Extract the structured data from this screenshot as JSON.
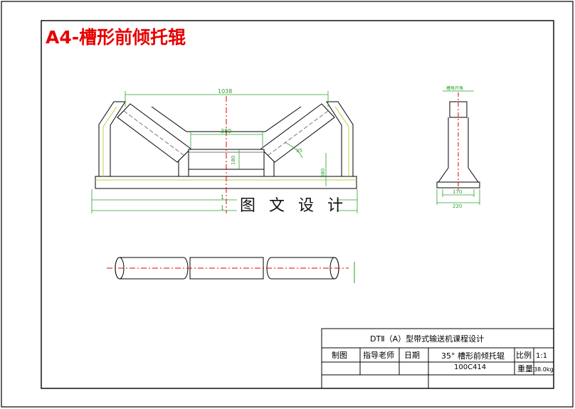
{
  "sheet_title": "A4-槽形前倾托辊",
  "watermark": "图 文 设 计",
  "dimensions": {
    "overall_width": "1038",
    "middle_roller": "380",
    "height_small": "180",
    "height_large": "380",
    "bottom_1": "1",
    "bottom_2": "1",
    "side_top": "槽角开角",
    "side_170": "170",
    "side_220": "220",
    "dim_35": "35"
  },
  "title_block": {
    "project": "DTⅡ（A）型带式输送机课程设计",
    "drawn_by_label": "制图",
    "advisor_label": "指导老师",
    "date_label": "日期",
    "part_name": "35° 槽形前倾托辊",
    "part_code": "100C414",
    "scale_label": "比例",
    "scale_value": "1:1",
    "weight_label": "重量",
    "weight_value": "38.0kg"
  }
}
